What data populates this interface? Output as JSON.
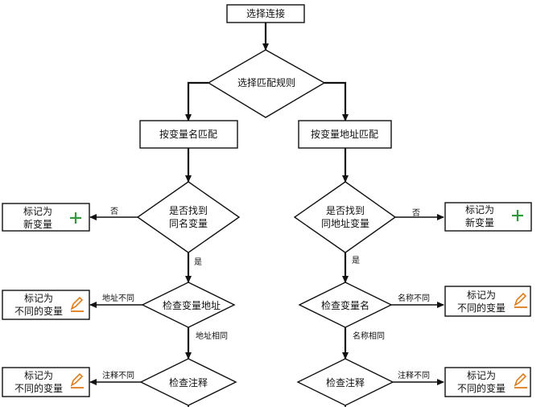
{
  "nodes": {
    "select_connection": "选择连接",
    "select_rule": "选择匹配规则",
    "match_by_name": "按变量名匹配",
    "match_by_address": "按变量地址匹配",
    "found_same_name": [
      "是否找到",
      "同名变量"
    ],
    "found_same_address": [
      "是否找到",
      "同地址变量"
    ],
    "check_address": "检查变量地址",
    "check_name": "检查变量名",
    "check_comment_left": "检查注释",
    "check_comment_right": "检查注释",
    "mark_new_left": [
      "标记为",
      "新变量"
    ],
    "mark_new_right": [
      "标记为",
      "新变量"
    ],
    "mark_diff_1": [
      "标记为",
      "不同的变量"
    ],
    "mark_diff_2": [
      "标记为",
      "不同的变量"
    ],
    "mark_diff_3": [
      "标记为",
      "不同的变量"
    ],
    "mark_diff_4": [
      "标记为",
      "不同的变量"
    ]
  },
  "edges": {
    "no_left": "否",
    "no_right": "否",
    "yes_left": "是",
    "yes_right": "是",
    "address_diff": "地址不同",
    "address_same": "地址相同",
    "name_diff": "名称不同",
    "name_same": "名称相同",
    "comment_diff_left": "注释不同",
    "comment_diff_right": "注释不同"
  },
  "icons": {
    "plus": "plus-icon",
    "pencil": "pencil-icon"
  },
  "colors": {
    "plus": "#2e9a3a",
    "pencil": "#e07b1a"
  }
}
